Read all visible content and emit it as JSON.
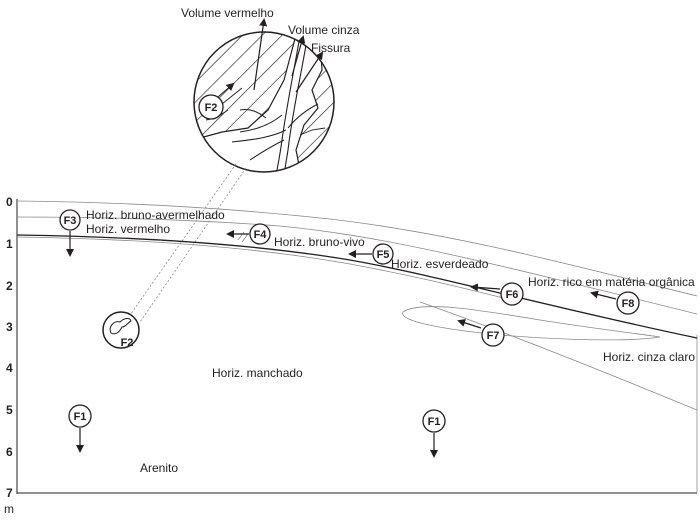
{
  "labels": {
    "volume_vermelho": "Volume vermelho",
    "volume_cinza": "Volume cinza",
    "fissura": "Fissura",
    "horiz_bruno_avermelhado": "Horiz. bruno-avermelhado",
    "horiz_vermelho": "Horiz. vermelho",
    "horiz_bruno_vivo": "Horiz. bruno-vivo",
    "horiz_esverdeado": "Horiz.  esverdeado",
    "horiz_rico_materia_organica": "Horiz. rico em matéria orgânica",
    "horiz_cinza_claro": "Horiz. cinza claro",
    "horiz_manchado": "Horiz.  manchado",
    "arenito": "Arenito"
  },
  "depth_axis": {
    "ticks": [
      "0",
      "1",
      "2",
      "3",
      "4",
      "5",
      "6",
      "7"
    ],
    "unit": "m"
  },
  "markers": {
    "f1_left": "F1",
    "f1_right": "F1",
    "f2_zoom": "F2",
    "f2_section": "F2",
    "f3": "F3",
    "f4": "F4",
    "f5": "F5",
    "f6": "F6",
    "f7": "F7",
    "f8": "F8"
  }
}
